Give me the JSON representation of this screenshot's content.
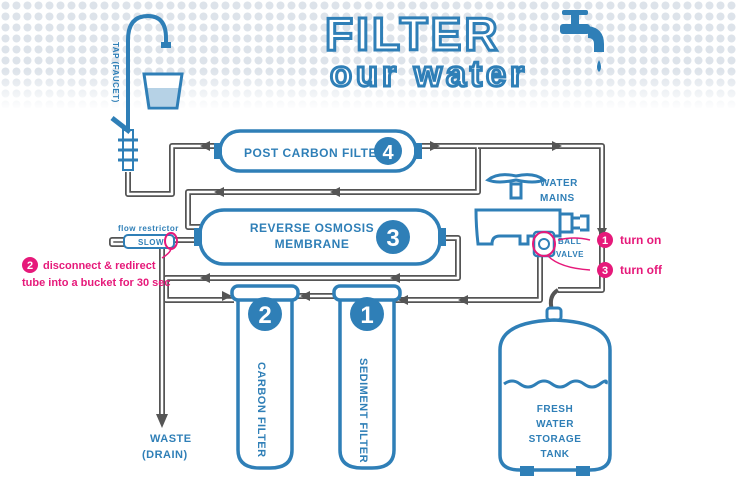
{
  "title": {
    "line1": "FILTER",
    "line2": "our water"
  },
  "labels": {
    "tap": "TAP (FAUCET)",
    "post_carbon": "POST CARBON FILTER",
    "post_carbon_num": "4",
    "ro_line1": "REVERSE OSMOSIS",
    "ro_line2": "MEMBRANE",
    "ro_num": "3",
    "flow_restrictor": "flow restrictor",
    "slow": "SLOW",
    "carbon_num": "2",
    "carbon": "CARBON  FILTER",
    "sediment_num": "1",
    "sediment": "SEDIMENT FILTER",
    "water_mains_1": "WATER",
    "water_mains_2": "MAINS",
    "ball": "BALL",
    "valve": "VALVE",
    "waste_1": "WASTE",
    "waste_2": "(DRAIN)",
    "tank_1": "FRESH",
    "tank_2": "WATER",
    "tank_3": "STORAGE",
    "tank_4": "TANK"
  },
  "steps": {
    "step1_num": "1",
    "step1_text": "turn on",
    "step3_num": "3",
    "step3_text": "turn off",
    "step2_num": "2",
    "step2_line1": "disconnect & redirect",
    "step2_line2": "tube into a bucket for 30 sec"
  },
  "colors": {
    "blue": "#2f7fb7",
    "pink": "#e6197a",
    "pipe": "#555555",
    "dots": "#dde3ea"
  }
}
